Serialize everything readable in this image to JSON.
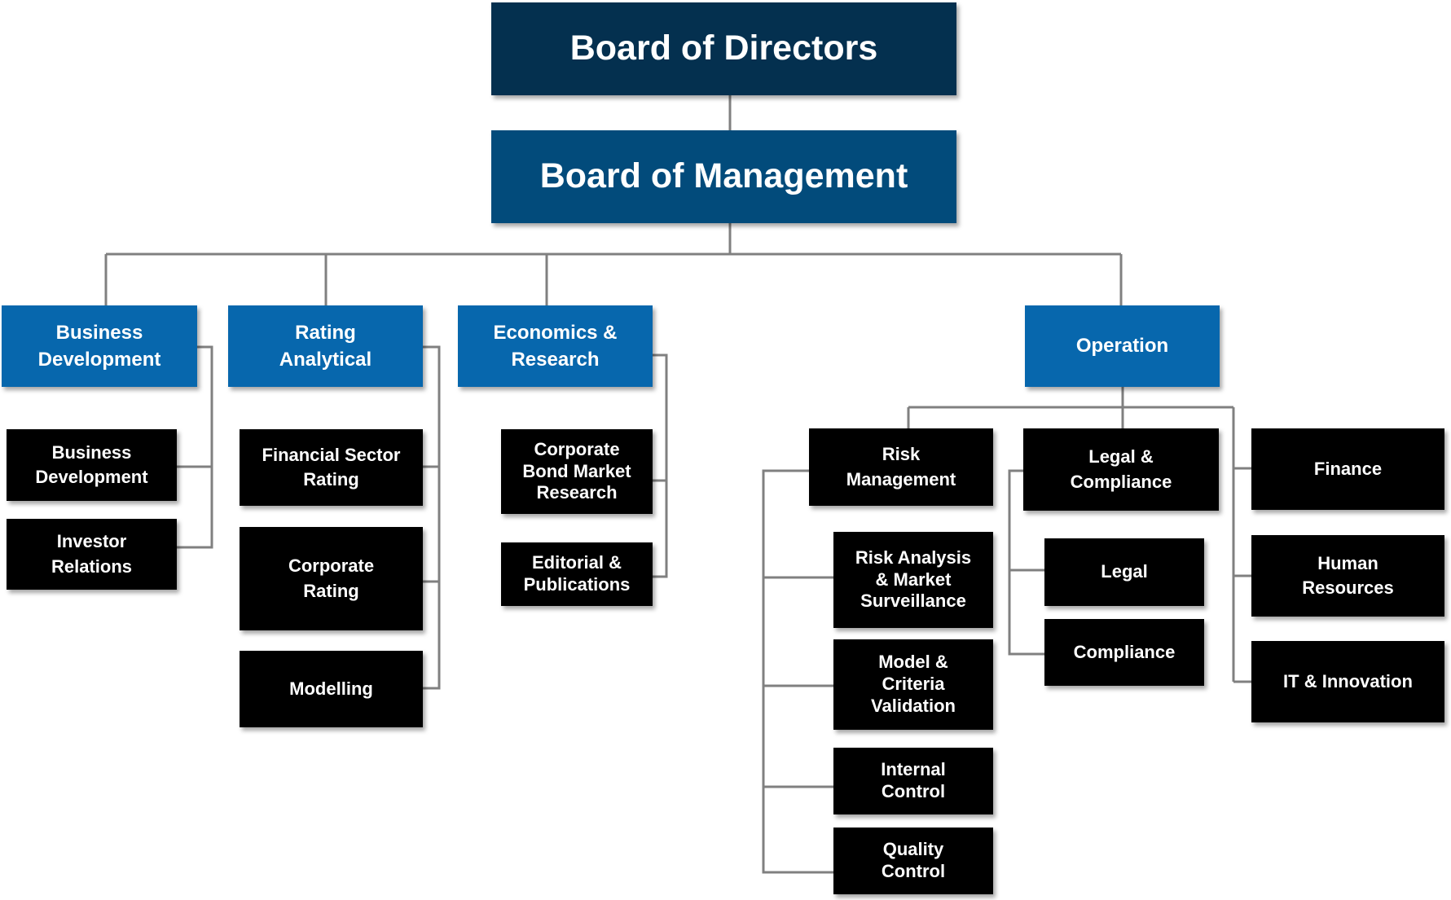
{
  "board_of_directors": "Board of Directors",
  "board_of_management": "Board of Management",
  "departments": {
    "business_development": {
      "title": "Business\nDevelopment",
      "units": [
        "Business\nDevelopment",
        "Investor\nRelations"
      ]
    },
    "rating_analytical": {
      "title": "Rating\nAnalytical",
      "units": [
        "Financial Sector\nRating",
        "Corporate\nRating",
        "Modelling"
      ]
    },
    "economics_research": {
      "title": "Economics &\nResearch",
      "units": [
        "Corporate\nBond Market\nResearch",
        "Editorial &\nPublications"
      ]
    },
    "operation": {
      "title": "Operation",
      "risk_management": {
        "title": "Risk\nManagement",
        "units": [
          "Risk Analysis\n& Market\nSurveillance",
          "Model &\nCriteria\nValidation",
          "Internal\nControl",
          "Quality\nControl"
        ]
      },
      "legal_compliance": {
        "title": "Legal &\nCompliance",
        "units": [
          "Legal",
          "Compliance"
        ]
      },
      "units": [
        "Finance",
        "Human\nResources",
        "IT & Innovation"
      ]
    }
  },
  "colors": {
    "board_of_directors": "#04304f",
    "board_of_management": "#024b7b",
    "department": "#0767ad",
    "unit": "#000000",
    "connector": "#808080"
  }
}
